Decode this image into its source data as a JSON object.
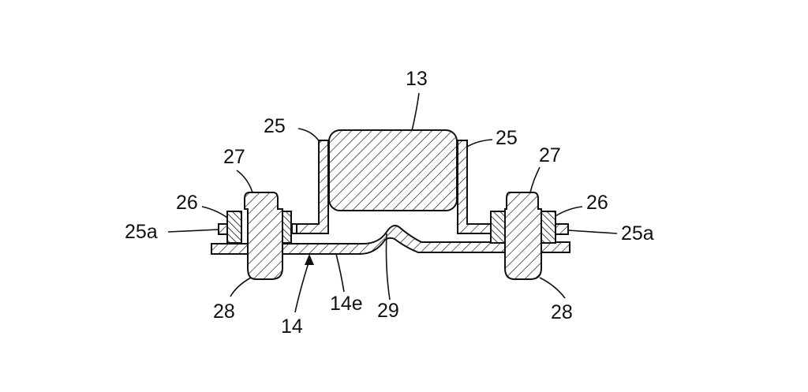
{
  "labels": {
    "block": "13",
    "plate": "14",
    "plate_section": "14e",
    "bracket_left": "25",
    "bracket_right": "25",
    "flange_left": "25a",
    "flange_right": "25a",
    "grommet_left": "26",
    "grommet_right": "26",
    "bolt_left": "27",
    "bolt_right": "27",
    "nut_left": "28",
    "nut_right": "28",
    "bead": "29"
  }
}
